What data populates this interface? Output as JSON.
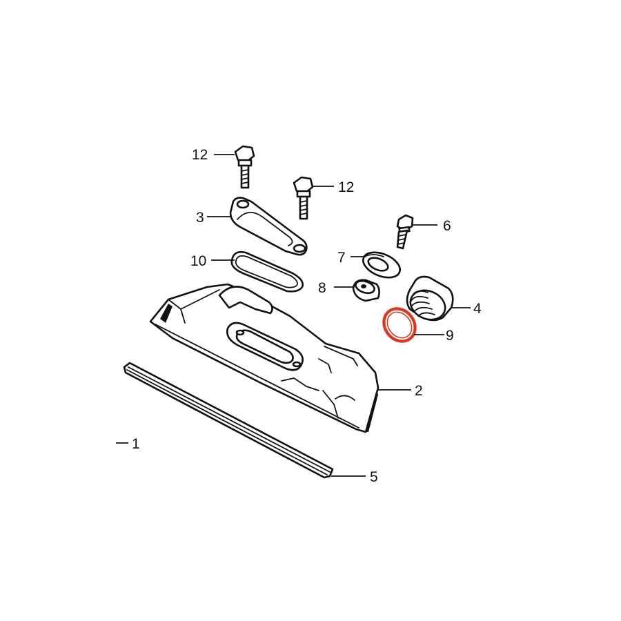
{
  "highlight_color": "#d9381e",
  "callouts": {
    "c1": "1",
    "c2": "2",
    "c3": "3",
    "c4": "4",
    "c5": "5",
    "c6": "6",
    "c7": "7",
    "c8": "8",
    "c9": "9",
    "c10": "10",
    "c12a": "12",
    "c12b": "12"
  },
  "highlighted_part": "9"
}
